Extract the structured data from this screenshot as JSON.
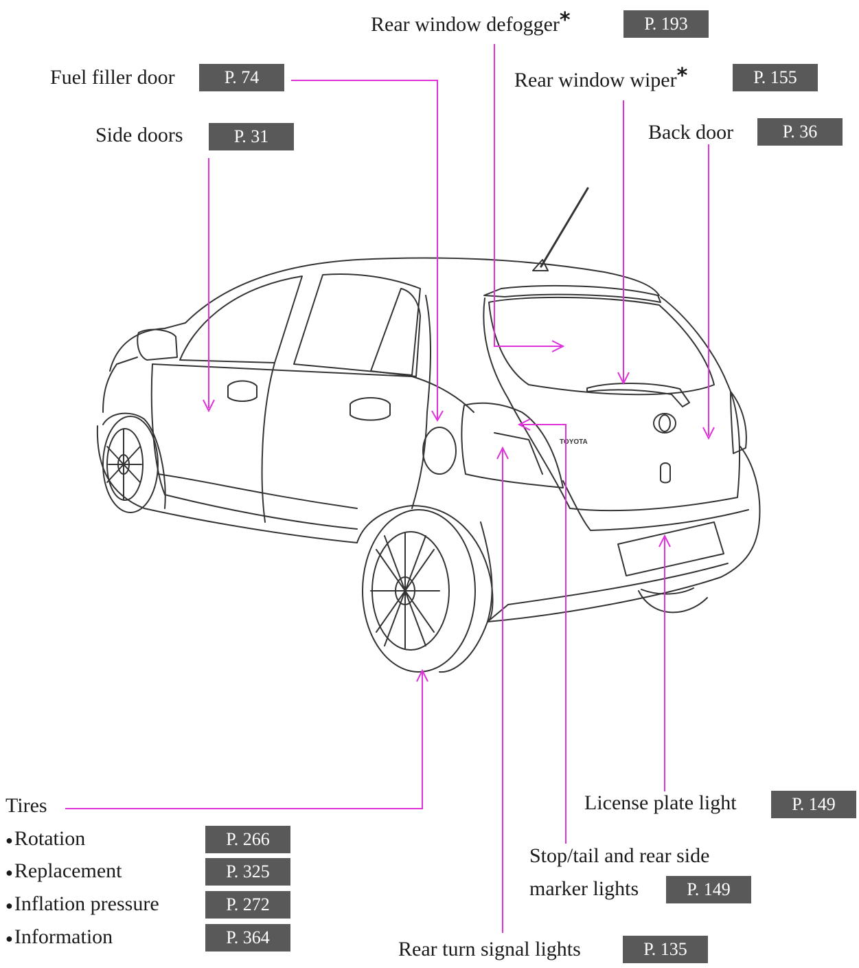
{
  "callouts": {
    "rear_window_defogger": {
      "label": "Rear window defogger",
      "note": "*",
      "page": "P. 193"
    },
    "fuel_filler_door": {
      "label": "Fuel filler door",
      "page": "P. 74"
    },
    "rear_window_wiper": {
      "label": "Rear window wiper",
      "note": "*",
      "page": "P. 155"
    },
    "side_doors": {
      "label": "Side doors",
      "page": "P. 31"
    },
    "back_door": {
      "label": "Back door",
      "page": "P. 36"
    },
    "tires": {
      "label": "Tires",
      "items": [
        {
          "label": "Rotation",
          "page": "P. 266"
        },
        {
          "label": "Replacement",
          "page": "P. 325"
        },
        {
          "label": "Inflation pressure",
          "page": "P. 272"
        },
        {
          "label": "Information",
          "page": "P. 364"
        }
      ]
    },
    "license_plate_light": {
      "label": "License plate light",
      "page": "P. 149"
    },
    "stop_tail_lights": {
      "label_line1": "Stop/tail and rear side",
      "label_line2": "marker lights",
      "page": "P. 149"
    },
    "rear_turn_signal": {
      "label": "Rear turn signal lights",
      "page": "P. 135"
    }
  },
  "car": {
    "badge_text": "TOYOTA"
  },
  "colors": {
    "leader": "#e030d8",
    "page_box": "#595959",
    "page_text": "#ffffff",
    "outline": "#333333"
  }
}
